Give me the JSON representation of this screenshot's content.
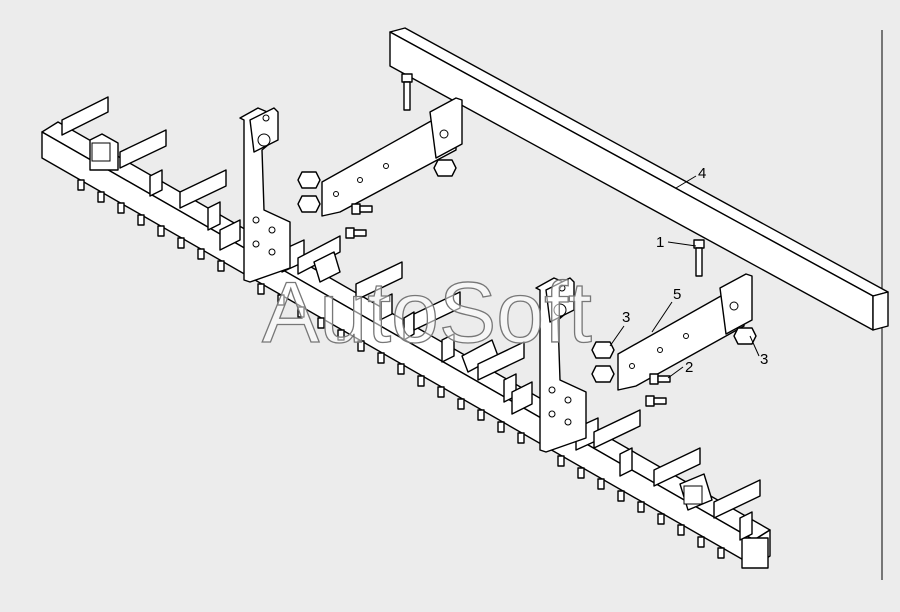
{
  "diagram": {
    "callouts": [
      {
        "id": "1",
        "text": "1"
      },
      {
        "id": "2",
        "text": "2"
      },
      {
        "id": "3a",
        "text": "3"
      },
      {
        "id": "3b",
        "text": "3"
      },
      {
        "id": "4",
        "text": "4"
      },
      {
        "id": "5",
        "text": "5"
      }
    ],
    "watermark": "AutoSoft"
  }
}
